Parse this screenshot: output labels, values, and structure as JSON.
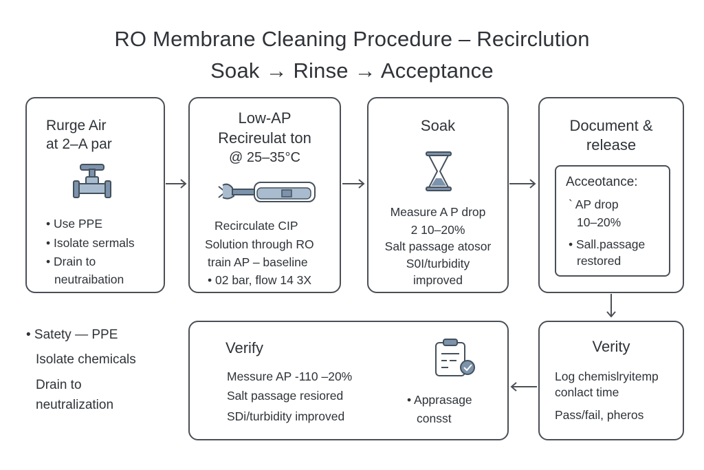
{
  "title": {
    "line1": "RO Membrane Cleaning Procedure – Recirclution",
    "line2": "Soak → Rinse → Acceptance"
  },
  "step1": {
    "title_line1": "Rurge Air",
    "title_line2": "at 2–A par",
    "icon": "valve-icon",
    "bullets": [
      "• Use PPE",
      "• Isolate sermals",
      "• Drain to",
      "neutraibation"
    ]
  },
  "step2": {
    "title_line1": "Low-AP",
    "title_line2": "Recireulat ton",
    "title_line3": "@ 25–35°C",
    "icon": "pump-probe-icon",
    "lines": [
      "Recirculate CIP",
      "Solution through RO",
      "train AP – baseline",
      "• 02 bar, flow 14 3X"
    ]
  },
  "step3": {
    "title": "Soak",
    "icon": "hourglass-icon",
    "lines": [
      "Measure A P drop",
      "2 10–20%",
      "Salt passage atosor",
      "S0I/turbidity",
      "improved"
    ]
  },
  "step4": {
    "title_line1": "Document &",
    "title_line2": "release",
    "acceptance": {
      "heading": "Acceotance:",
      "lines": [
        "` AP drop",
        "10–20%",
        "• Sall.passage",
        "restored"
      ]
    }
  },
  "step5": {
    "title": "Verity",
    "lines": [
      "Log chemislryitemp",
      "conlact time",
      "Pass/fail, pheros"
    ]
  },
  "step6": {
    "title": "Verify",
    "lines": [
      "Messure AP -110 –20%",
      "Salt passage resiored",
      "SDi/turbidity improved"
    ],
    "icon": "clipboard-check-icon",
    "side_lines": [
      "• Apprasage",
      "consst"
    ]
  },
  "safety": {
    "lines": [
      "• Satety — PPE",
      "Isolate chemicals",
      "Drain to",
      "neutralization"
    ]
  },
  "colors": {
    "border": "#4a4f55",
    "icon_fill": "#7d93ab",
    "icon_light": "#a9bccf",
    "icon_stroke": "#44505c",
    "arrow": "#4a4f55"
  }
}
